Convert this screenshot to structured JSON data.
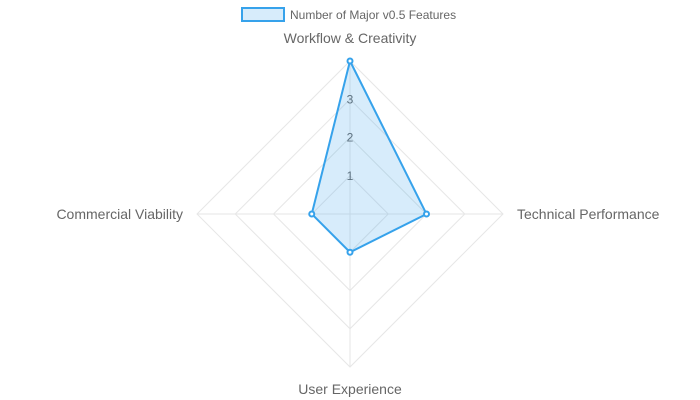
{
  "chart_data": {
    "type": "radar",
    "axes": [
      "Workflow & Creativity",
      "Technical Performance",
      "User Experience",
      "Commercial Viability"
    ],
    "ticks": [
      "1",
      "2",
      "3"
    ],
    "series": [
      {
        "name": "Number of Major v0.5 Features",
        "values": [
          4,
          2,
          1,
          1
        ],
        "stroke": "#36a2eb",
        "fill": "rgba(54,162,235,0.2)"
      }
    ],
    "r_range": [
      0,
      4
    ],
    "grid": true,
    "legend_position": "top"
  }
}
